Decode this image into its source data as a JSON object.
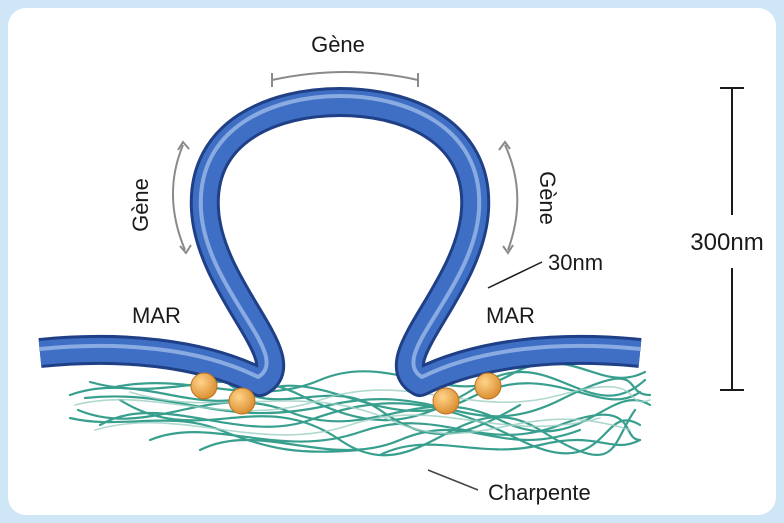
{
  "labels": {
    "gene_top": "Gène",
    "gene_left": "Gène",
    "gene_right": "Gène",
    "fiber_width": "30nm",
    "loop_height": "300nm",
    "mar_left": "MAR",
    "mar_right": "MAR",
    "scaffold": "Charpente"
  },
  "colors": {
    "fiber": "#3f6fc4",
    "fiber_dark": "#1f3f86",
    "fiber_light": "#a9c4ee",
    "scaffold": "#2e9a88",
    "protein": "#e9a449",
    "arrow": "#8a8a8a"
  }
}
